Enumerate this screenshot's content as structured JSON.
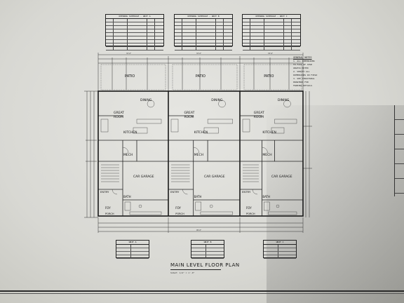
{
  "schedules": [
    {
      "title": "OPENING SCHEDULE - UNIT A",
      "rows": 9
    },
    {
      "title": "OPENING SCHEDULE - UNIT B",
      "rows": 9
    },
    {
      "title": "OPENING SCHEDULE - UNIT C",
      "rows": 9
    }
  ],
  "units": [
    {
      "patio": "PATIO",
      "dining": "DINING",
      "great_room": "GREAT",
      "great_room2": "ROOM",
      "kitchen": "KITCHEN",
      "mech": "MECH",
      "garage": "CAR GARAGE",
      "bath": "BATH",
      "entry": "ENTRY",
      "foyer": "FOY",
      "porch": "PORCH"
    },
    {
      "patio": "PATIO",
      "dining": "DINING",
      "great_room": "GREAT",
      "great_room2": "ROOM",
      "kitchen": "KITCHEN",
      "mech": "MECH",
      "garage": "CAR GARAGE",
      "bath": "BATH",
      "entry": "ENTRY",
      "foyer": "FOY",
      "porch": "PORCH"
    },
    {
      "patio": "PATIO",
      "dining": "DINING",
      "great_room": "GREAT",
      "great_room2": "ROOM",
      "kitchen": "KITCHEN",
      "mech": "MECH",
      "garage": "CAR GARAGE",
      "bath": "BATH",
      "entry": "ENTRY",
      "foyer": "FOY",
      "porch": "PORCH"
    }
  ],
  "notes": {
    "heading": "GENERAL NOTES",
    "lines": [
      "1. ALL DIMENSIONS",
      "TO FACE OF STUD",
      "UNLESS NOTED",
      "2. VERIFY ALL",
      "DIMENSIONS IN FIELD",
      "3. SEE STRUCTURAL",
      "DRAWINGS FOR",
      "FRAMING DETAILS"
    ]
  },
  "area_tables": [
    {
      "title": "UNIT A",
      "rows": 4
    },
    {
      "title": "UNIT B",
      "rows": 4
    },
    {
      "title": "UNIT C",
      "rows": 4
    }
  ],
  "sheet_title": "MAIN LEVEL FLOOR PLAN",
  "scale": "SCALE: 1/4\" = 1'-0\""
}
